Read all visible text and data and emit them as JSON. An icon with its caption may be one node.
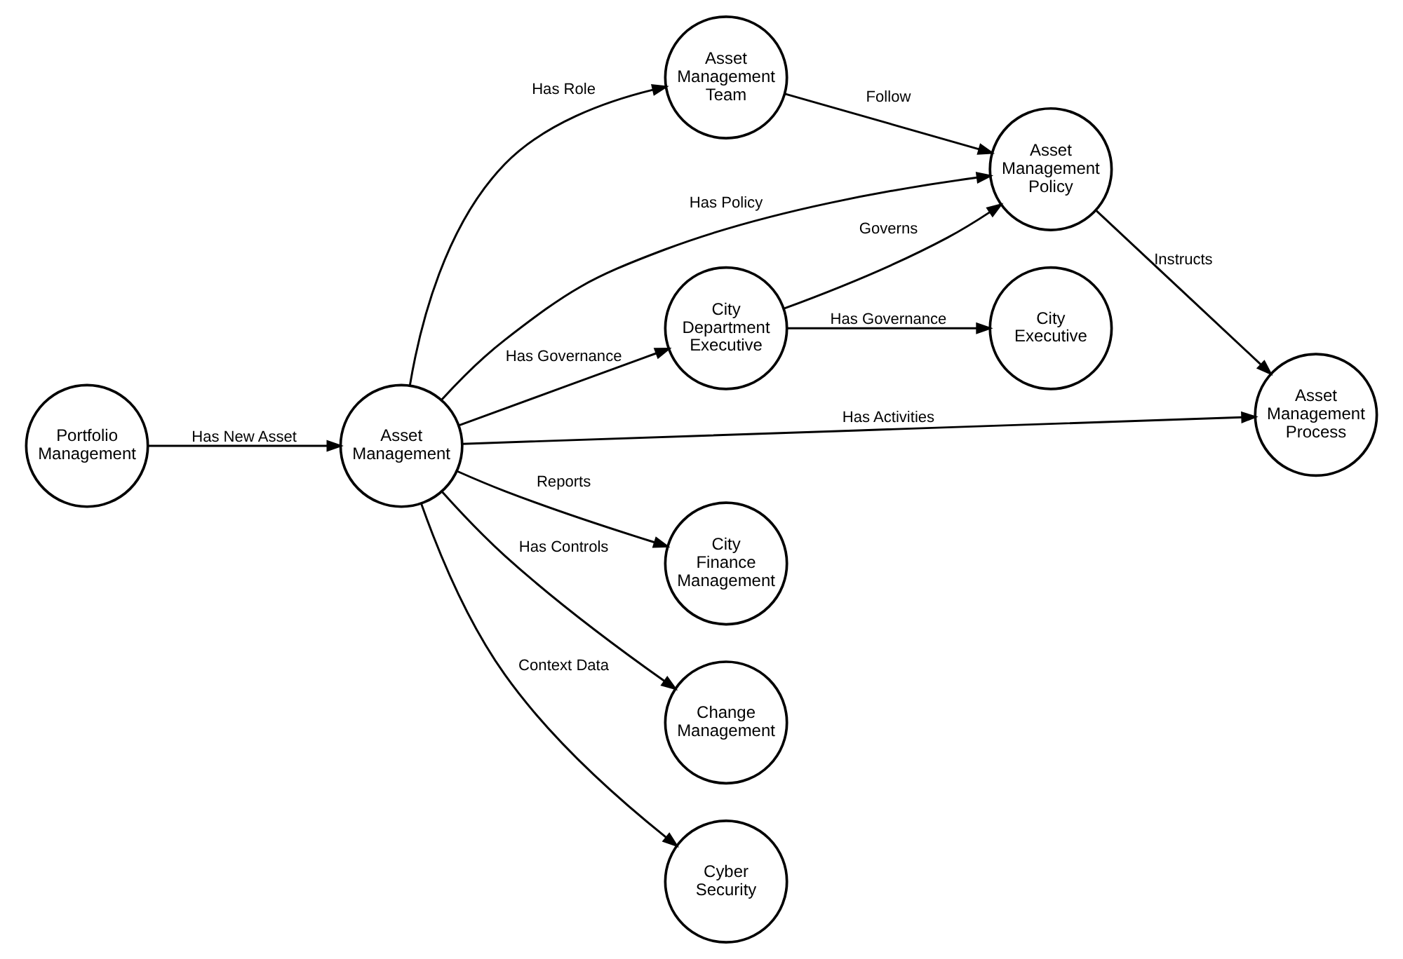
{
  "diagram": {
    "nodes": [
      {
        "text": [
          "Asset Management Team"
        ]
      },
      {
        "text": [
          "Asset Management Policy"
        ]
      },
      {
        "text": [
          "City Department Executive"
        ]
      },
      {
        "text": [
          "Asset Management Process"
        ]
      },
      {
        "text": [
          "City Executive"
        ]
      },
      {
        "text": [
          "Portfolio Management"
        ]
      },
      {
        "text": [
          "Asset Management"
        ]
      },
      {
        "text": [
          "City Finance Management"
        ]
      },
      {
        "text": [
          "Change Management"
        ]
      },
      {
        "text": [
          "Cyber Security"
        ]
      }
    ],
    "edges": [
      {
        "from": 0,
        "to": 1,
        "arrow": "to",
        "label": "Follow"
      },
      {
        "from": 2,
        "to": 1,
        "arrow": "to",
        "label": "Governs"
      },
      {
        "from": 1,
        "to": 3,
        "arrow": "to",
        "label": "Instructs"
      },
      {
        "from": 2,
        "to": 4,
        "arrow": "to",
        "label": "Has Governance"
      },
      {
        "from": 6,
        "to": 2,
        "arrow": "to",
        "label": "Has Governance"
      },
      {
        "from": 6,
        "to": 1,
        "arrow": "to",
        "label": "Has Policy"
      },
      {
        "from": 6,
        "to": 0,
        "arrow": "to",
        "label": "Has Role"
      },
      {
        "from": 6,
        "to": 3,
        "arrow": "to",
        "label": "Has Activities"
      },
      {
        "from": 5,
        "to": 6,
        "arrow": "to",
        "label": "Has New Asset"
      },
      {
        "from": 6,
        "to": 7,
        "arrow": "to",
        "label": "Reports"
      },
      {
        "from": 6,
        "to": 8,
        "arrow": "to",
        "label": "Has Controls"
      },
      {
        "from": 6,
        "to": 9,
        "arrow": "to",
        "label": "Context Data"
      }
    ]
  }
}
